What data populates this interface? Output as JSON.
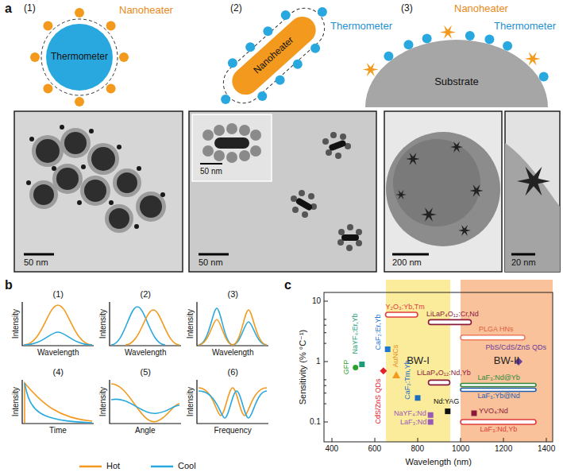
{
  "diagram": {
    "nodes": [
      {
        "text": [
          "Thermometer"
        ]
      },
      {
        "text": [
          "Nanoheater"
        ]
      },
      {
        "text": [
          "Substrate"
        ]
      },
      {
        "text": [
          "BW-I"
        ]
      },
      {
        "text": [
          "BW-II"
        ]
      }
    ],
    "labels": [
      "a",
      "(1)",
      "Nanoheater",
      "(2)",
      "Thermometer",
      "(3)",
      "Nanoheater",
      "Thermometer",
      "50 nm",
      "50 nm",
      "50 nm",
      "200 nm",
      "20 nm",
      "b",
      "(1)",
      "Intensity",
      "Wavelength",
      "(2)",
      "Intensity",
      "Wavelength",
      "(3)",
      "Intensity",
      "Wavelength",
      "(4)",
      "Intensity",
      "Time",
      "(5)",
      "Intensity",
      "Angle",
      "(6)",
      "Intensity",
      "Frequency",
      "c",
      "Sensitivity (% °C⁻¹)",
      "10",
      "1",
      "0.1",
      "400",
      "600",
      "800",
      "1000",
      "1200",
      "1400",
      "Wavelength (nm)",
      "GFP",
      "NaYF₄:Er,Yb",
      "CaF₂:Er,Yb",
      "CdS/ZnS QDs",
      "AuNCs",
      "Y₂O₃:Yb,Tm",
      "CaF₂:Tm,Yb",
      "NaYF₄:Nd",
      "LaF₃:Nd",
      "Nd:YAG",
      "LiLaP₄O₁₂:Cr,Nd",
      "LiLaP₄O₁₂:Nd,Yb",
      "PLGA HNs",
      "PbS/CdS/ZnS QDs",
      "LaF₃:Nd@Yb",
      "LaF₃:Yb@Nd",
      "YVO₄:Nd",
      "LaF₃:Nd,Yb"
    ],
    "legend": [
      {
        "text": "Hot"
      },
      {
        "text": "Cool"
      }
    ]
  }
}
